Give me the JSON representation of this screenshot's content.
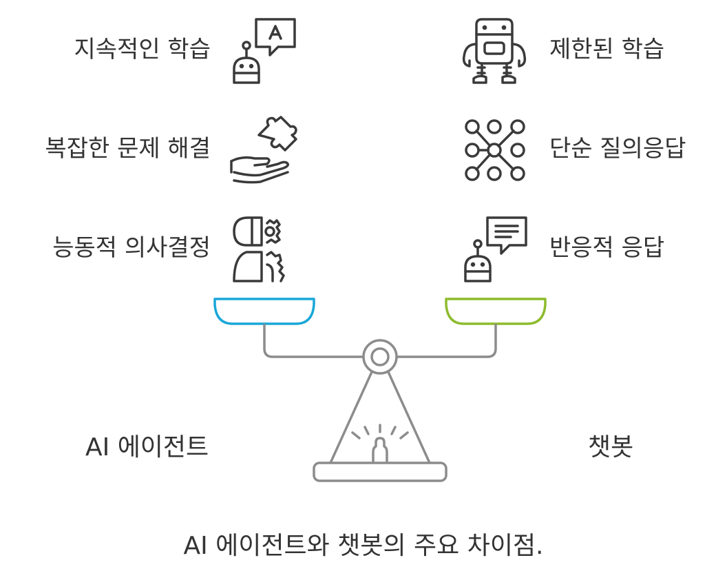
{
  "left": {
    "title": "AI 에이전트",
    "items": [
      {
        "label": "지속적인 학습",
        "icon": "robot-chat-icon"
      },
      {
        "label": "복잡한 문제 해결",
        "icon": "puzzle-hand-icon"
      },
      {
        "label": "능동적 의사결정",
        "icon": "head-gears-icon"
      }
    ],
    "pan_color": "#1aa7d8"
  },
  "right": {
    "title": "챗봇",
    "items": [
      {
        "label": "제한된 학습",
        "icon": "robot-icon"
      },
      {
        "label": "단순 질의응답",
        "icon": "node-grid-icon"
      },
      {
        "label": "반응적 응답",
        "icon": "robot-message-icon"
      }
    ],
    "pan_color": "#8dbb2c"
  },
  "caption": "AI 에이전트와 챗봇의 주요 차이점.",
  "colors": {
    "icon_stroke": "#3a3a3a",
    "scale_stroke": "#8c8c8c"
  }
}
